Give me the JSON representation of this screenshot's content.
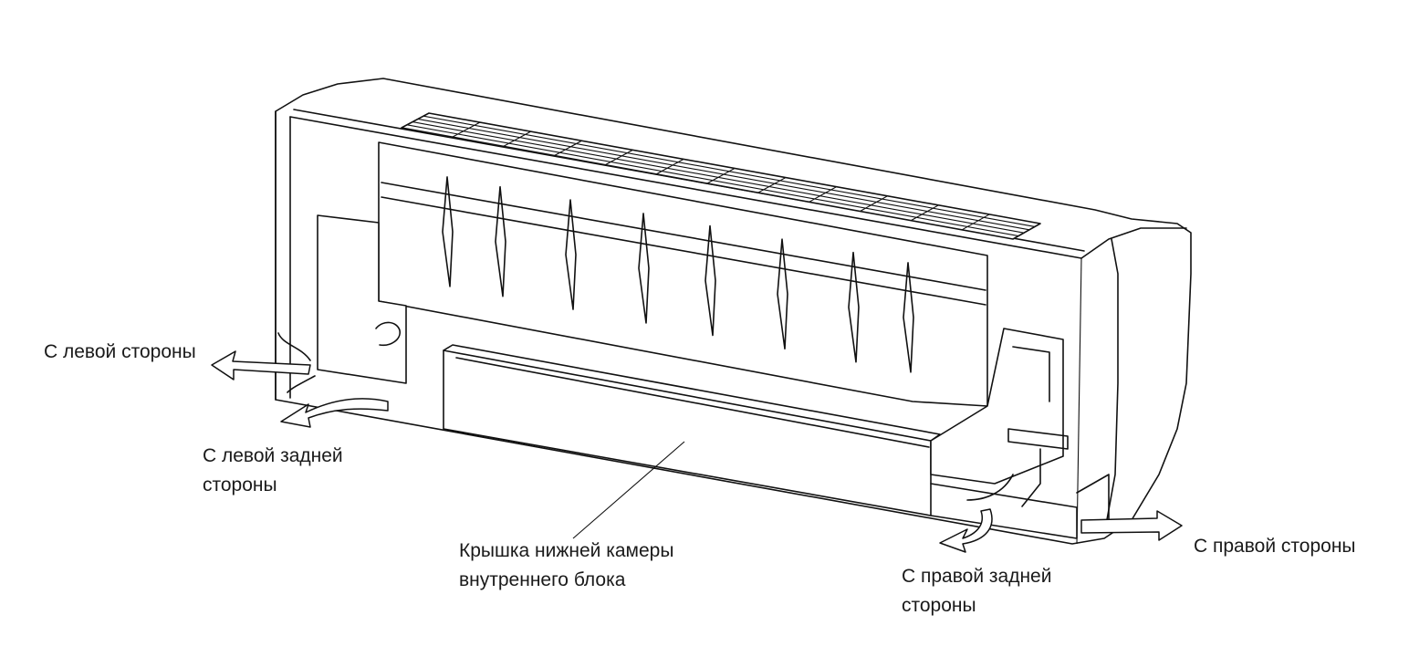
{
  "labels": {
    "left_side": "С левой стороны",
    "left_rear_line1": "С левой задней",
    "left_rear_line2": "стороны",
    "cover_line1": "Крышка нижней камеры",
    "cover_line2": "внутреннего блока",
    "right_rear_line1": "С правой задней",
    "right_rear_line2": "стороны",
    "right_side": "С правой стороны"
  },
  "colors": {
    "line": "#111111",
    "text": "#1a1a1a",
    "background": "#ffffff"
  }
}
